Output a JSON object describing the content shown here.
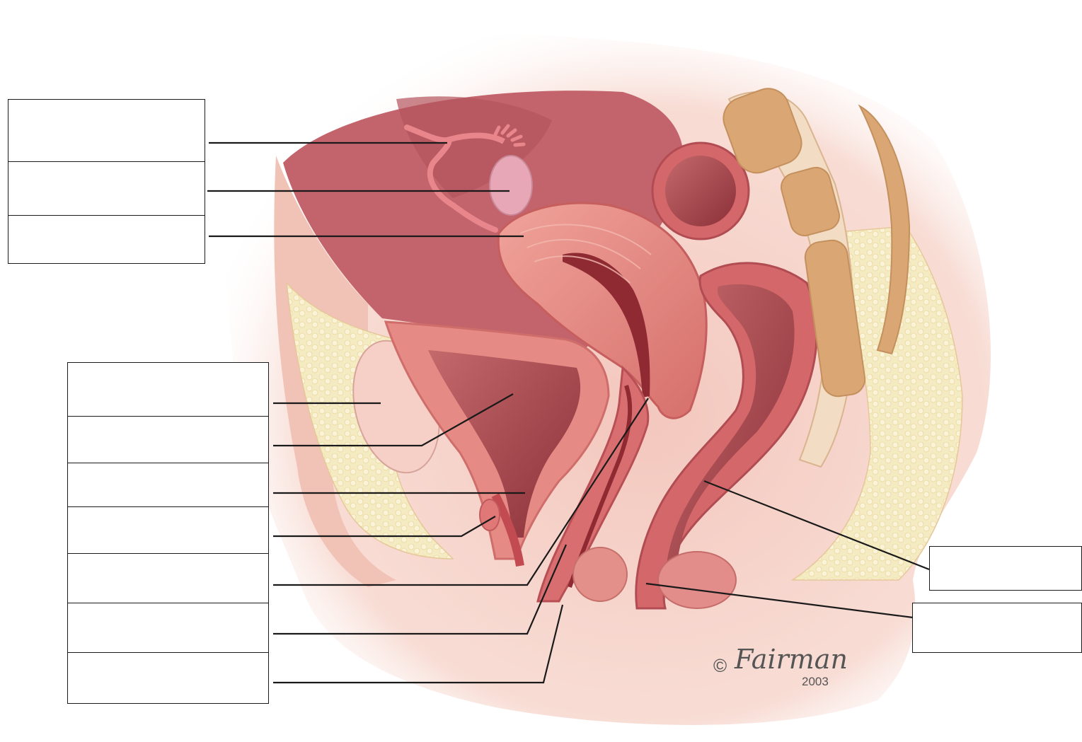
{
  "diagram": {
    "signature": {
      "copyright_symbol": "©",
      "artist": "Fairman",
      "year": "2003"
    },
    "colors": {
      "skin": "#f6d8cf",
      "tissue": "#e58a84",
      "muscle": "#c95b5c",
      "lumen": "#8f2a33",
      "fat": "#f4e8b9",
      "bone": "#d9a674",
      "leader_line": "#1a1a1a"
    },
    "labels": [
      {
        "id": "fallopian-tube",
        "text": ""
      },
      {
        "id": "ovary",
        "text": ""
      },
      {
        "id": "uterus",
        "text": ""
      },
      {
        "id": "pubic-symphysis",
        "text": ""
      },
      {
        "id": "urinary-bladder",
        "text": ""
      },
      {
        "id": "urethra",
        "text": ""
      },
      {
        "id": "clitoris",
        "text": ""
      },
      {
        "id": "cervix",
        "text": ""
      },
      {
        "id": "vagina",
        "text": ""
      },
      {
        "id": "labium",
        "text": ""
      },
      {
        "id": "rectum",
        "text": ""
      },
      {
        "id": "anus",
        "text": ""
      }
    ]
  }
}
